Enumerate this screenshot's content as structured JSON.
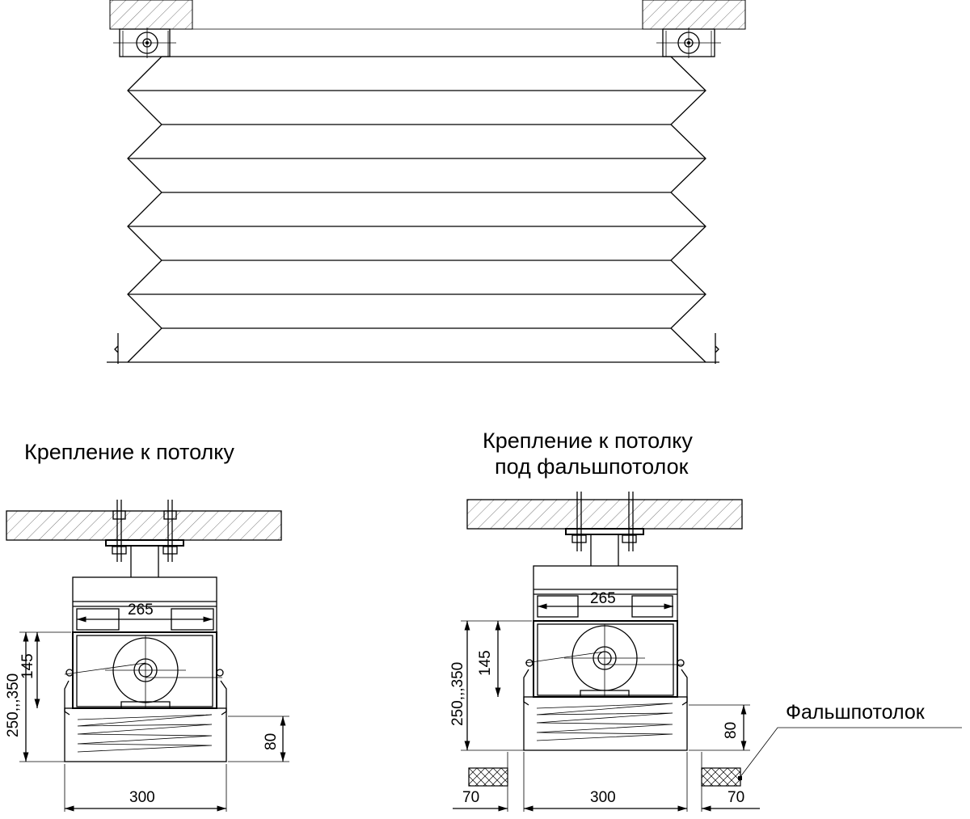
{
  "titles": {
    "left": "Крепление к потолку",
    "right_line1": "Крепление к потолку",
    "right_line2": "под фальшпотолок"
  },
  "callout": {
    "false_ceiling": "Фальшпотолок"
  },
  "dimensions": {
    "left": {
      "inner_width": "265",
      "total_height": "250,,,350",
      "box_height": "145",
      "bottom_height": "80",
      "width": "300"
    },
    "right": {
      "inner_width": "265",
      "total_height": "250,,,350",
      "box_height": "145",
      "bottom_height": "80",
      "width": "300",
      "gap_left": "70",
      "gap_right": "70"
    }
  }
}
